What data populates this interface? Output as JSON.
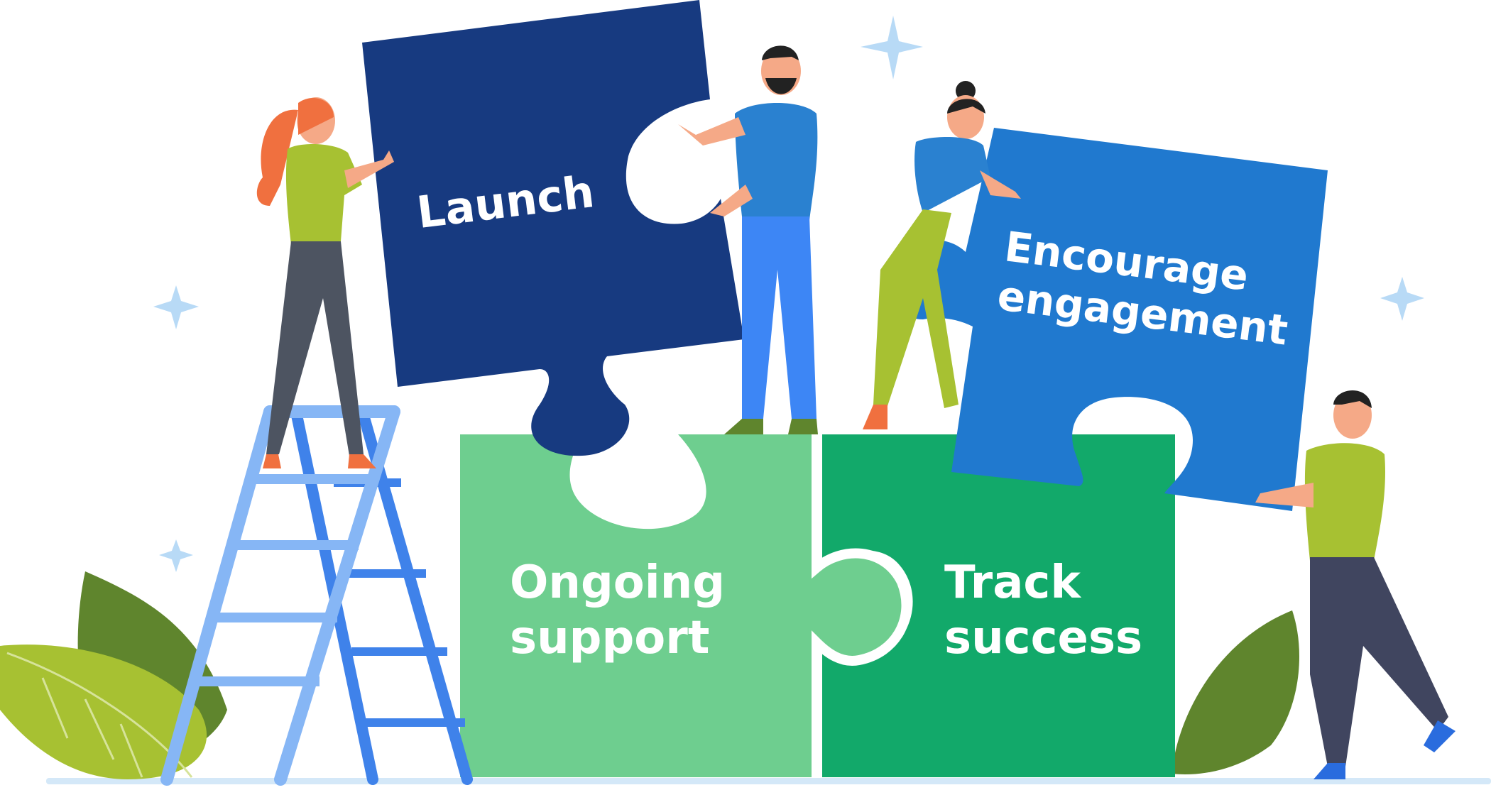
{
  "puzzle_labels": {
    "launch": "Launch",
    "encourage_line1": "Encourage",
    "encourage_line2": "engagement",
    "ongoing_line1": "Ongoing",
    "ongoing_line2": "support",
    "track_line1": "Track",
    "track_line2": "success"
  },
  "colors": {
    "launch_piece": "#173a80",
    "encourage_piece": "#2079cf",
    "ongoing_piece": "#6ece8f",
    "track_piece": "#12a96a",
    "ladder_front": "#86b6f5",
    "ladder_back": "#3f82ea",
    "leaf_dark": "#5f852d",
    "leaf_light": "#a7c132",
    "sparkle": "#b8daf6",
    "ground": "#d4e8f8"
  },
  "icons": [
    "sparkle-icon",
    "leaf-icon",
    "ladder-icon",
    "person-icon"
  ]
}
